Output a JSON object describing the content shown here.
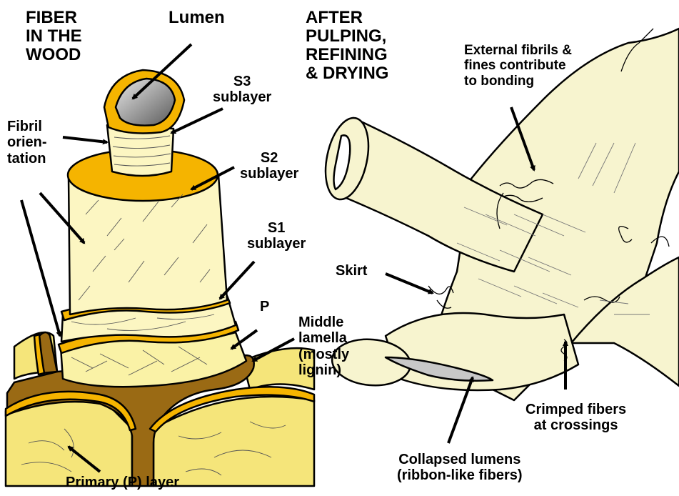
{
  "left_panel": {
    "heading": [
      "FIBER",
      "IN THE",
      "WOOD"
    ],
    "labels": {
      "lumen": "Lumen",
      "s3": [
        "S3",
        "sublayer"
      ],
      "fibril": [
        "Fibril",
        "orien-",
        "tation"
      ],
      "s2": [
        "S2",
        "sublayer"
      ],
      "s1": [
        "S1",
        "sublayer"
      ],
      "p": "P",
      "middle_lamella": [
        "Middle",
        "lamella",
        "(mostly",
        "lignin)"
      ],
      "primary_layer": "Primary (P) layer"
    }
  },
  "right_panel": {
    "heading": [
      "AFTER",
      "PULPING,",
      "REFINING",
      "& DRYING"
    ],
    "labels": {
      "external_fibrils": [
        "External fibrils &",
        "fines contribute",
        "to bonding"
      ],
      "skirt": "Skirt",
      "crimped": [
        "Crimped fibers",
        "at crossings"
      ],
      "collapsed": [
        "Collapsed lumens",
        "(ribbon-like fibers)"
      ]
    }
  },
  "colors": {
    "fiber_cream": "#fbf6c6",
    "sublayer_gold": "#f5b400",
    "middle_lamella": "#9a6a14",
    "primary_yellow": "#f5e57a",
    "processed_fiber": "#f7f4cf",
    "lumen_gray": "#9a9a9a"
  }
}
